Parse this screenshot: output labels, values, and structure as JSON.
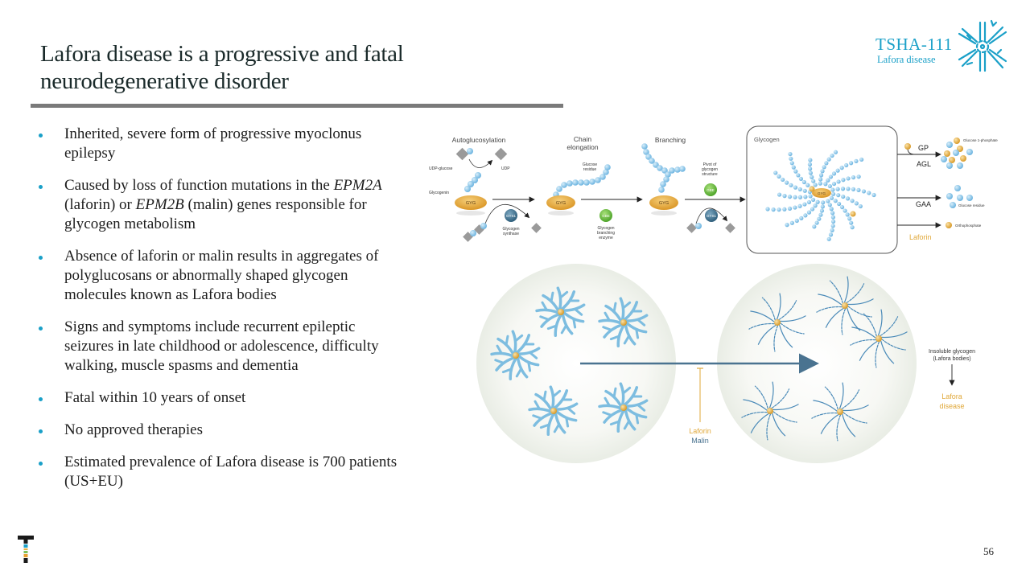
{
  "slide": {
    "title": "Lafora disease is a progressive and fatal neurodegenerative disorder",
    "page_number": "56"
  },
  "brand": {
    "code": "TSHA-111",
    "subtitle": "Lafora disease",
    "logo_icon": "neuron-icon",
    "corner_logo_icon": "taysha-t-logo-icon",
    "accent_color": "#1aa0c8"
  },
  "bullets": [
    {
      "segments": [
        {
          "text": "Inherited, severe form of progressive myoclonus epilepsy",
          "italic": false
        }
      ]
    },
    {
      "segments": [
        {
          "text": "Caused by loss of function mutations in the ",
          "italic": false
        },
        {
          "text": "EPM2A",
          "italic": true
        },
        {
          "text": " (laforin) or ",
          "italic": false
        },
        {
          "text": "EPM2B",
          "italic": true
        },
        {
          "text": " (malin) genes responsible for glycogen metabolism",
          "italic": false
        }
      ]
    },
    {
      "segments": [
        {
          "text": "Absence of laforin or malin results in aggregates of polyglucosans or abnormally shaped glycogen molecules known as Lafora bodies",
          "italic": false
        }
      ]
    },
    {
      "segments": [
        {
          "text": "Signs and symptoms include recurrent epileptic seizures in late childhood or adolescence, difficulty walking, muscle spasms and dementia",
          "italic": false
        }
      ]
    },
    {
      "segments": [
        {
          "text": "Fatal within 10 years of onset",
          "italic": false
        }
      ]
    },
    {
      "segments": [
        {
          "text": "No approved therapies",
          "italic": false
        }
      ]
    },
    {
      "segments": [
        {
          "text": "Estimated prevalence of Lafora disease is 700 patients (US+EU)",
          "italic": false
        }
      ]
    }
  ],
  "pathway": {
    "steps": {
      "autoglucosylation": "Autoglucosylation",
      "chain_elongation_1": "Chain",
      "chain_elongation_2": "elongation",
      "branching": "Branching"
    },
    "labels": {
      "udp_glucose": "UDP-glucose",
      "udp": "UDP",
      "glycogenin": "Glycogenin",
      "glucose_residue_1": "Glucose",
      "glucose_residue_2": "residue",
      "glycogen_synthase_1": "Glycogen",
      "glycogen_synthase_2": "synthase",
      "branching_enzyme_1": "Glycogen",
      "branching_enzyme_2": "branching",
      "branching_enzyme_3": "enzyme",
      "pivot_1": "Pivot of",
      "pivot_2": "glycogen",
      "pivot_3": "structure",
      "glycogen": "Glycogen"
    },
    "enzymes": {
      "gyg": "GYG",
      "gys1": "GYS1",
      "gbe": "GBE",
      "gp": "GP",
      "agl": "AGL",
      "gaa": "GAA",
      "laforin": "Laforin"
    },
    "products": {
      "glucose_1_phosphate": "Glucose 1-phosphate",
      "glucose_residue": "Glucose residue",
      "orthophosphate": "Orthophosphate"
    },
    "colors": {
      "glucose": "#8cc8ec",
      "phosphate": "#e8b040",
      "gyg": "#e8a830",
      "gys1": "#3f7390",
      "gbe": "#6cbf3c",
      "udp": "#999999",
      "laforin": "#e0a83a"
    }
  },
  "lafora_bodies": {
    "inhibitor_1": "Laforin",
    "inhibitor_2": "Malin",
    "insoluble_1": "Insoluble glycogen",
    "insoluble_2": "(Lafora bodies)",
    "outcome_1": "Lafora",
    "outcome_2": "disease",
    "colors": {
      "branch": "#7dbde0",
      "strand": "#4a8ab8",
      "arrow": "#4a7390",
      "core": "#e0a83a",
      "sphere": "#eef2ea"
    }
  }
}
